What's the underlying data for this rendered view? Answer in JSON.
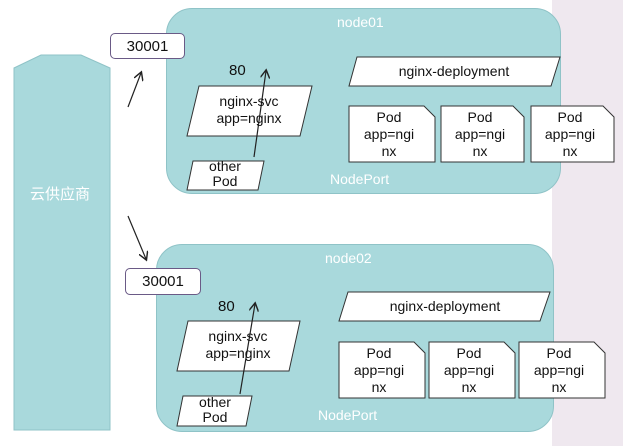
{
  "cloud": {
    "label": "云供应商"
  },
  "node01": {
    "title": "node01",
    "nodeport": "NodePort",
    "port_box": "30001",
    "port_80": "80",
    "svc": {
      "line1": "nginx-svc",
      "line2": "app=nginx"
    },
    "other": {
      "line1": "other",
      "line2": "Pod"
    },
    "deployment": "nginx-deployment",
    "pods": [
      {
        "line1": "Pod",
        "line2": "app=ngi",
        "line3": "nx"
      },
      {
        "line1": "Pod",
        "line2": "app=ngi",
        "line3": "nx"
      },
      {
        "line1": "Pod",
        "line2": "app=ngi",
        "line3": "nx"
      }
    ]
  },
  "node02": {
    "title": "node02",
    "nodeport": "NodePort",
    "port_box": "30001",
    "port_80": "80",
    "svc": {
      "line1": "nginx-svc",
      "line2": "app=nginx"
    },
    "other": {
      "line1": "other",
      "line2": "Pod"
    },
    "deployment": "nginx-deployment",
    "pods": [
      {
        "line1": "Pod",
        "line2": "app=ngi",
        "line3": "nx"
      },
      {
        "line1": "Pod",
        "line2": "app=ngi",
        "line3": "nx"
      },
      {
        "line1": "Pod",
        "line2": "app=ngi",
        "line3": "nx"
      }
    ]
  },
  "colors": {
    "node_fill": "#a9d9dc",
    "node_border": "#8fc3c7",
    "box_border": "#6a5a86",
    "background_strip": "#efe8ef"
  }
}
